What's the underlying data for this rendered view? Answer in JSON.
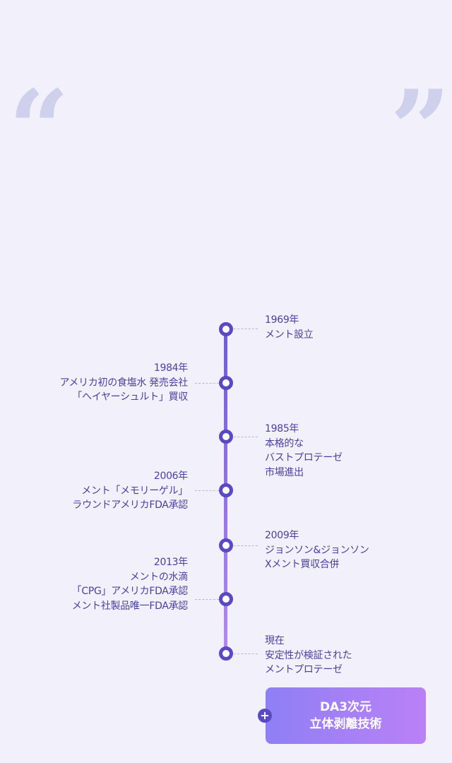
{
  "quotes": {
    "open": "“",
    "close": "”"
  },
  "timeline": [
    {
      "side": "right",
      "lines": [
        "1969年",
        "メント設立"
      ]
    },
    {
      "side": "left",
      "lines": [
        "1984年",
        "アメリカ初の食塩水 発売会社",
        "「ヘイヤーシュルト」買収"
      ]
    },
    {
      "side": "right",
      "lines": [
        "1985年",
        "本格的な",
        "バストプロテーゼ",
        "市場進出"
      ]
    },
    {
      "side": "left",
      "lines": [
        "2006年",
        "メント「メモリーゲル」",
        "ラウンドアメリカFDA承認"
      ]
    },
    {
      "side": "right",
      "lines": [
        "2009年",
        "ジョンソン&ジョンソン",
        "Xメント買収合併"
      ]
    },
    {
      "side": "left",
      "lines": [
        "2013年",
        "メントの水滴",
        "「CPG」アメリカFDA承認",
        "メント社製品唯一FDA承認"
      ]
    },
    {
      "side": "right",
      "lines": [
        "現在",
        "安定性が検証された",
        "メントプロテーゼ"
      ]
    }
  ],
  "cta": {
    "line1": "DA3次元",
    "line2": "立体剥離技術",
    "plus": "+"
  },
  "colors": {
    "background": "#f1f0fb",
    "accent": "#5a48c4",
    "quote": "#cfd0ec"
  }
}
